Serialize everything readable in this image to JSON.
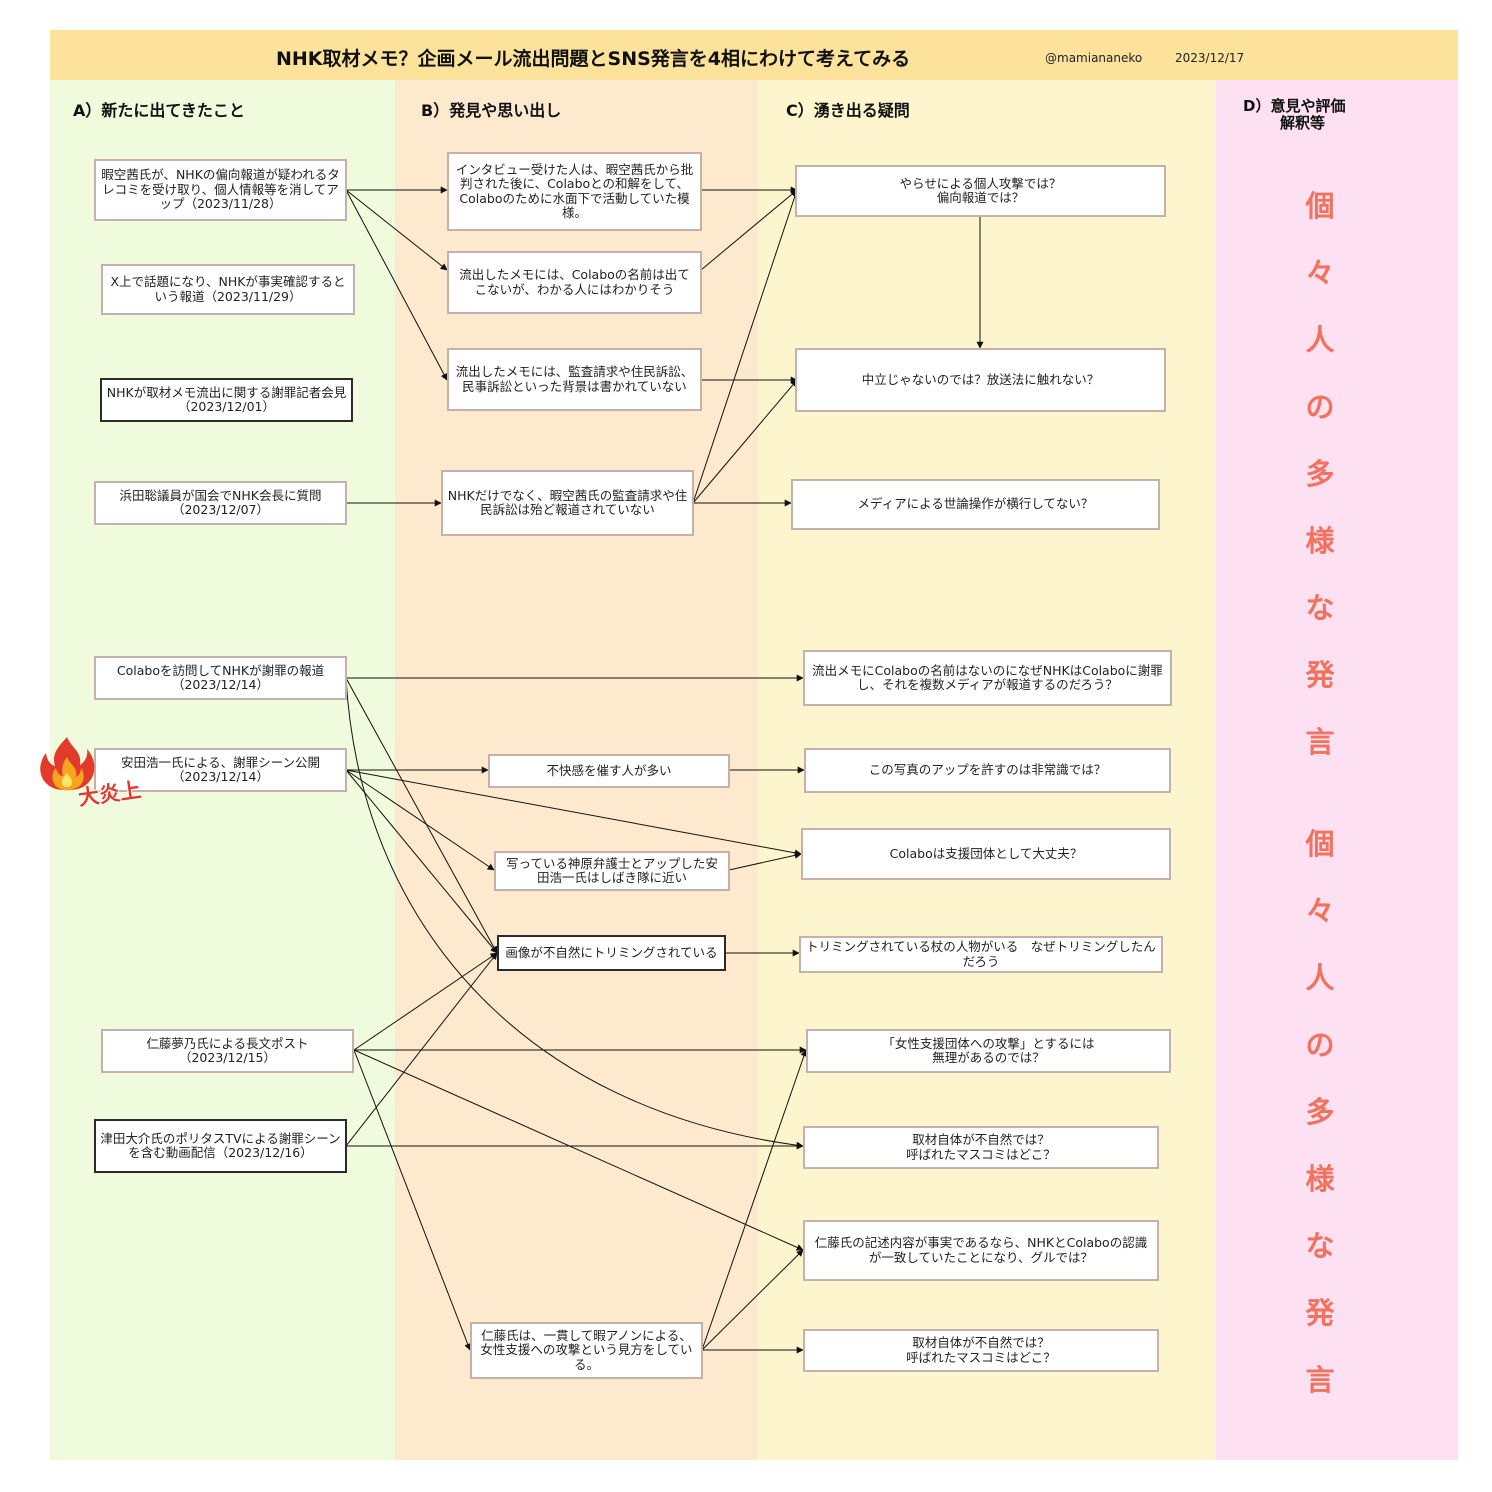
{
  "header": {
    "title": "NHK取材メモ？企画メール流出問題とSNS発言を4相にわけて考えてみる",
    "handle": "@mamiananeko",
    "date": "2023/12/17"
  },
  "columns": {
    "a": "A）新たに出てきたこと",
    "b": "B）発見や思い出し",
    "c": "C）湧き出る疑問",
    "d_line1": "D）意見や評価",
    "d_line2": "解釈等"
  },
  "flame_label": "大炎上",
  "vertical_text": [
    "個",
    "々",
    "人",
    "の",
    "多",
    "様",
    "な",
    "発",
    "言",
    "個",
    "々",
    "人",
    "の",
    "多",
    "様",
    "な",
    "発",
    "言"
  ],
  "nodes": {
    "a1": "暇空茜氏が、NHKの偏向報道が疑われるタレコミを受け取り、個人情報等を消してアップ（2023/11/28）",
    "a2": "X上で話題になり、NHKが事実確認するという報道（2023/11/29）",
    "a3": "NHKが取材メモ流出に関する謝罪記者会見（2023/12/01）",
    "a4": "浜田聡議員が国会でNHK会長に質問（2023/12/07）",
    "a5": "Colaboを訪問してNHKが謝罪の報道（2023/12/14）",
    "a6": "安田浩一氏による、謝罪シーン公開（2023/12/14）",
    "a7": "仁藤夢乃氏による長文ポスト（2023/12/15）",
    "a8": "津田大介氏のポリタスTVによる謝罪シーンを含む動画配信（2023/12/16）",
    "b1": "インタビュー受けた人は、暇空茜氏から批判された後に、Colaboとの和解をして、Colaboのために水面下で活動していた模様。",
    "b2": "流出したメモには、Colaboの名前は出てこないが、わかる人にはわかりそう",
    "b3": "流出したメモには、監査請求や住民訴訟、民事訴訟といった背景は書かれていない",
    "b4": "NHKだけでなく、暇空茜氏の監査請求や住民訴訟は殆ど報道されていない",
    "b5": "不快感を催す人が多い",
    "b6": "写っている神原弁護士とアップした安田浩一氏はしばき隊に近い",
    "b7": "画像が不自然にトリミングされている",
    "b8": "仁藤氏は、一貫して暇アノンによる、女性支援への攻撃という見方をしている。",
    "c1": "やらせによる個人攻撃では？\n偏向報道では？",
    "c2": "中立じゃないのでは？放送法に触れない？",
    "c3": "メディアによる世論操作が横行してない？",
    "c4": "流出メモにColaboの名前はないのになぜNHKはColaboに謝罪し、それを複数メディアが報道するのだろう？",
    "c5": "この写真のアップを許すのは非常識では？",
    "c6": "Colaboは支援団体として大丈夫？",
    "c7": "トリミングされている杖の人物がいる　なぜトリミングしたんだろう",
    "c8": "「女性支援団体への攻撃」とするには\n無理があるのでは？",
    "c9": "取材自体が不自然では？\n呼ばれたマスコミはどこ？",
    "c10": "仁藤氏の記述内容が事実であるなら、NHKとColaboの認識が一致していたことになり、グルでは？",
    "c11": "取材自体が不自然では？\n呼ばれたマスコミはどこ？"
  }
}
